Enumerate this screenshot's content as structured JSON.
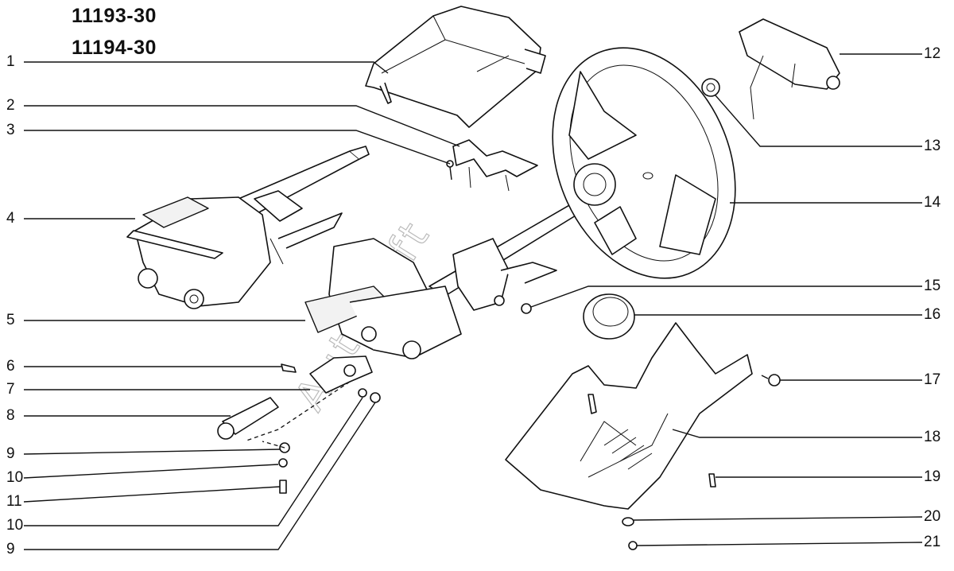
{
  "titles": [
    "11193-30",
    "11194-30"
  ],
  "callouts_left": [
    "1",
    "2",
    "3",
    "4",
    "5",
    "6",
    "7",
    "8",
    "9",
    "10",
    "11",
    "10",
    "9"
  ],
  "callouts_right": [
    "12",
    "13",
    "14",
    "15",
    "16",
    "17",
    "18",
    "19",
    "20",
    "21"
  ],
  "watermark": "AutoSoft"
}
